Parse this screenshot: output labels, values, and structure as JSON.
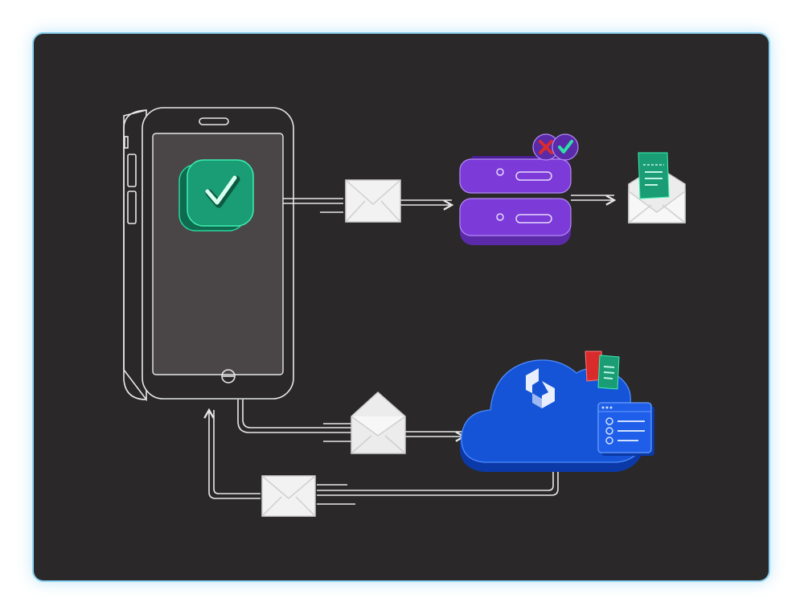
{
  "diagram": {
    "nodes": [
      {
        "id": "phone",
        "icon": "smartphone-icon",
        "screen_icon": "checkmark-app-icon"
      },
      {
        "id": "server",
        "icon": "server-stack-icon",
        "badges": [
          "reject-x-icon",
          "approve-check-icon"
        ]
      },
      {
        "id": "envelope-ticket",
        "icon": "envelope-with-ticket-icon"
      },
      {
        "id": "cloud",
        "icon": "cloud-service-icon",
        "badges": [
          "ticket-icon",
          "list-panel-icon",
          "logo-icon"
        ]
      }
    ],
    "edges": [
      {
        "from": "phone",
        "to": "server",
        "icon": "envelope-icon"
      },
      {
        "from": "server",
        "to": "envelope-ticket"
      },
      {
        "from": "phone",
        "to": "cloud",
        "icon": "open-envelope-icon"
      },
      {
        "from": "cloud",
        "to": "phone",
        "icon": "envelope-icon"
      }
    ]
  },
  "colors": {
    "background": "#2a2829",
    "frame_border": "#8fd3f2",
    "line": "#e8e8e8",
    "accent_green": "#1a9c74",
    "accent_purple": "#7c3ad8",
    "accent_blue": "#1554d6",
    "reject_red": "#d92b2b"
  }
}
